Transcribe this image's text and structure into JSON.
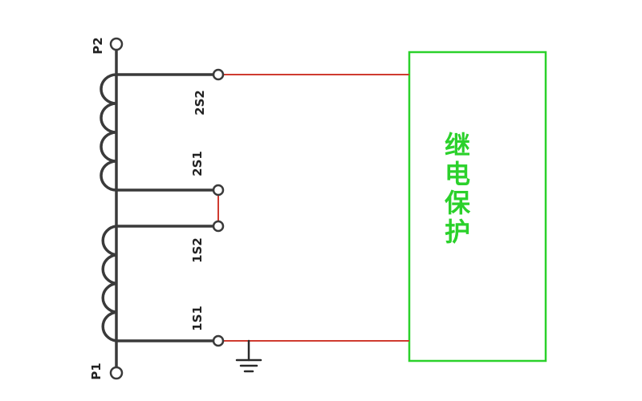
{
  "diagram": {
    "type": "circuit-schematic",
    "description": "Current transformer with two secondary windings (1S, 2S) connected to a relay protection device, secondary circuit grounded at 1S1",
    "labels": {
      "p2": "P2",
      "p1": "P1",
      "t2s2": "2S2",
      "t2s1": "2S1",
      "t1s2": "1S2",
      "t1s1": "1S1"
    },
    "relay_box": {
      "label": "继电保护",
      "chars": [
        "继",
        "电",
        "保",
        "护"
      ]
    },
    "colors": {
      "conductor": "#3a3a3a",
      "secondary_wire": "#cf3b30",
      "relay_green": "#2bd12b",
      "background": "#ffffff"
    }
  }
}
